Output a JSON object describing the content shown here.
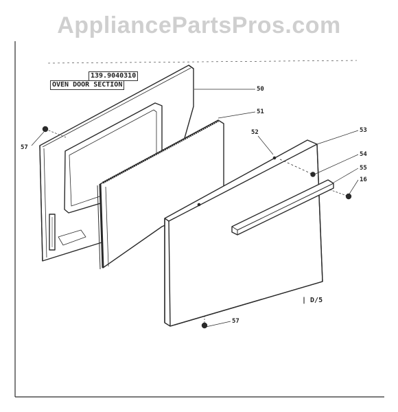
{
  "watermark": "AppliancePartsPros.com",
  "header": {
    "model_number": "139.9040310",
    "section_title": "OVEN DOOR SECTION"
  },
  "page_ref": "| D/5",
  "parts": {
    "p50": "50",
    "p51": "51",
    "p52": "52",
    "p53": "53",
    "p54": "54",
    "p55": "55",
    "p16": "16",
    "p57a": "57",
    "p57b": "57"
  }
}
